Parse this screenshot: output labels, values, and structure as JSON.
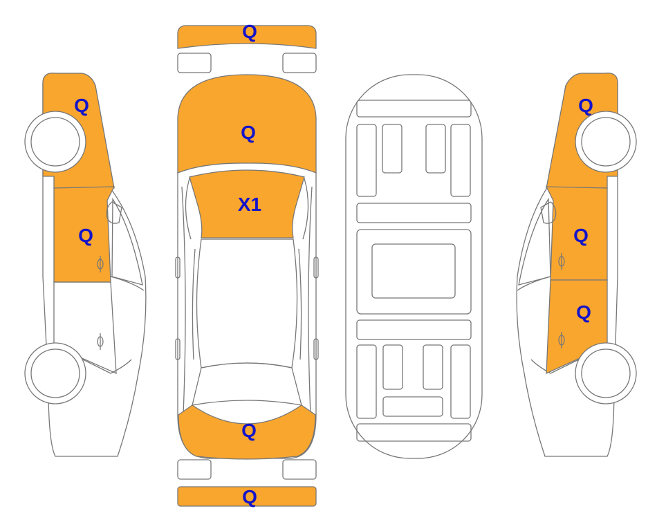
{
  "colors": {
    "damage_fill": "#F9A62E",
    "label_text": "#1414C8",
    "outline": "#777777",
    "background": "#FFFFFF"
  },
  "labels": {
    "front_bumper": "Q",
    "hood": "Q",
    "windshield": "X1",
    "trunk": "Q",
    "rear_bumper": "Q",
    "left_front_fender": "Q",
    "left_front_door": "Q",
    "right_front_fender": "Q",
    "right_front_door": "Q",
    "right_rear_door": "Q"
  }
}
